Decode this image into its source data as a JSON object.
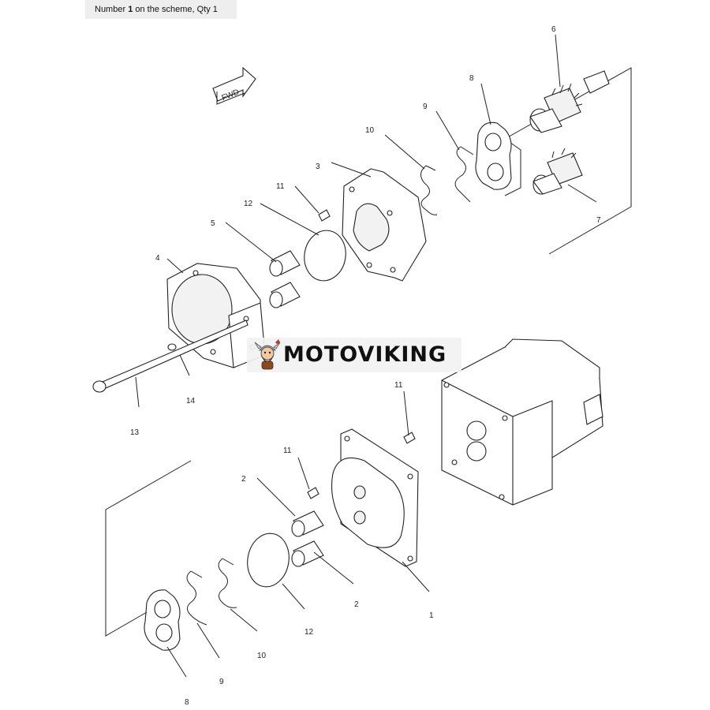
{
  "caption": {
    "prefix": "Number ",
    "number": "1",
    "suffix": " on the scheme, Qty 1"
  },
  "fwd_label": "FWD",
  "watermark": {
    "brand": "MOTOVIKING",
    "logo_icon": "viking-mascot-icon"
  },
  "callouts": [
    {
      "id": "c6",
      "label": "6"
    },
    {
      "id": "c8a",
      "label": "8"
    },
    {
      "id": "c9a",
      "label": "9"
    },
    {
      "id": "c10a",
      "label": "10"
    },
    {
      "id": "c3",
      "label": "3"
    },
    {
      "id": "c11a",
      "label": "11"
    },
    {
      "id": "c12a",
      "label": "12"
    },
    {
      "id": "c5",
      "label": "5"
    },
    {
      "id": "c4",
      "label": "4"
    },
    {
      "id": "c7",
      "label": "7"
    },
    {
      "id": "c14",
      "label": "14"
    },
    {
      "id": "c13",
      "label": "13"
    },
    {
      "id": "c11b",
      "label": "11"
    },
    {
      "id": "c11c",
      "label": "11"
    },
    {
      "id": "c2a",
      "label": "2"
    },
    {
      "id": "c2b",
      "label": "2"
    },
    {
      "id": "c1",
      "label": "1"
    },
    {
      "id": "c12b",
      "label": "12"
    },
    {
      "id": "c10b",
      "label": "10"
    },
    {
      "id": "c9b",
      "label": "9"
    },
    {
      "id": "c8b",
      "label": "8"
    }
  ]
}
